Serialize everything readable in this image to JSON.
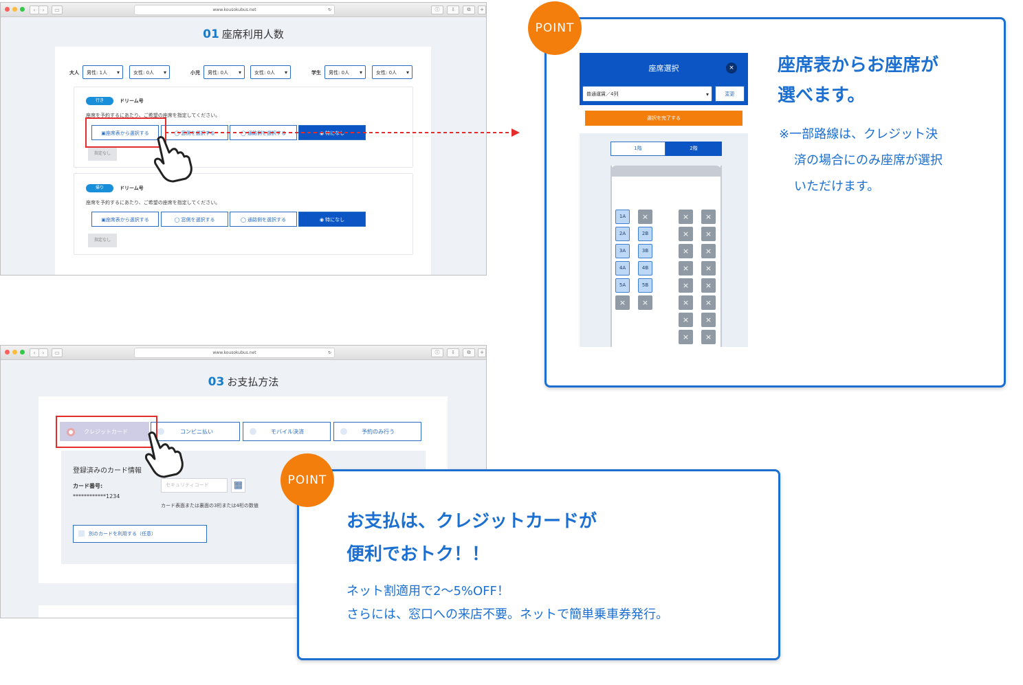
{
  "browser1": {
    "url": "www.kousokubus.net",
    "section_number": "01",
    "section_title": "座席利用人数",
    "groups": [
      {
        "label": "大人",
        "male": "男性: 1人",
        "female": "女性: 0人"
      },
      {
        "label": "小児",
        "male": "男性: 0人",
        "female": "女性: 0人"
      },
      {
        "label": "学生",
        "male": "男性: 0人",
        "female": "女性: 0人"
      }
    ],
    "trips": [
      {
        "badge": "行き",
        "name": "ドリーム号",
        "instruction": "座席を予約するにあたり、ご希望の座席を指定してください。",
        "options": [
          "座席表から選択する",
          "窓側を選択する",
          "通路側を選択する",
          "特になし"
        ],
        "none_button": "指定なし"
      },
      {
        "badge": "帰り",
        "name": "ドリーム号",
        "instruction": "座席を予約するにあたり、ご希望の座席を指定してください。",
        "options": [
          "座席表から選択する",
          "窓側を選択する",
          "通路側を選択する",
          "特になし"
        ],
        "none_button": "指定なし"
      }
    ]
  },
  "browser2": {
    "url": "www.kousokubus.net",
    "section_number": "03",
    "section_title": "お支払方法",
    "payment_options": [
      "クレジットカード",
      "コンビニ払い",
      "モバイル決済",
      "予約のみ行う"
    ],
    "card_heading": "登録済みのカード情報",
    "card_number_label": "カード番号:",
    "card_number_value": "************1234",
    "security_placeholder": "セキュリティコード",
    "security_hint": "カード表面または裏面の3桁または4桁の数値",
    "other_card_label": "別のカードを利用する（任意）"
  },
  "callout1": {
    "badge": "POINT",
    "modal_title": "座席選択",
    "modal_close": "×",
    "seat_type": "普通運賃／4列",
    "change_button": "変更",
    "complete_button": "選択を完了する",
    "floor_tabs": [
      "1階",
      "2階"
    ],
    "seats_left_a": [
      "1A",
      "2A",
      "3A",
      "4A",
      "5A",
      "×"
    ],
    "seats_left_b": [
      "×",
      "2B",
      "3B",
      "4B",
      "5B",
      "×"
    ],
    "heading_line1": "座席表からお座席が",
    "heading_line2": "選べます。",
    "note_line1": "※一部路線は、クレジット決",
    "note_line2": "済の場合にのみ座席が選択",
    "note_line3": "いただけます。"
  },
  "callout2": {
    "badge": "POINT",
    "heading_line1": "お支払は、クレジットカードが",
    "heading_line2": "便利でおトク！！",
    "body_line1": "ネット割適用で2〜5%OFF！",
    "body_line2": "さらには、窓口への来店不要。ネットで簡単乗車券発行。"
  },
  "colors": {
    "accent_blue": "#1b6fd0",
    "point_orange": "#f47e0c",
    "highlight_red": "#e62b2b"
  }
}
